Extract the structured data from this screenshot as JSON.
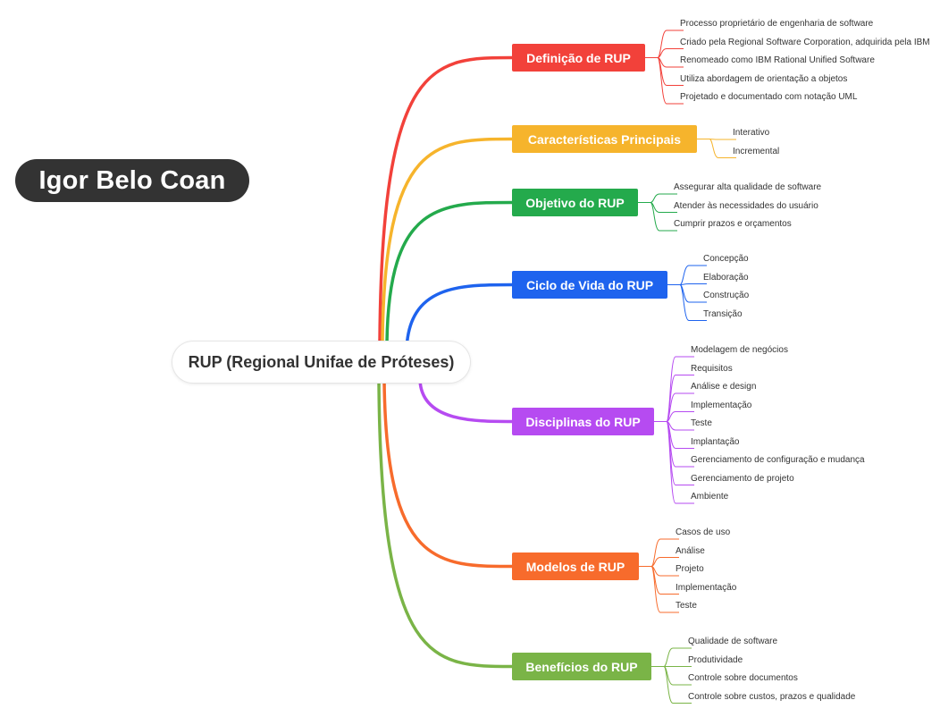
{
  "author": "Igor Belo Coan",
  "root": "RUP (Regional Unifae de Próteses)",
  "branches": [
    {
      "label": "Definição de RUP",
      "color": "#f2413a",
      "children": [
        "Processo proprietário de engenharia de software",
        "Criado pela Regional Software Corporation, adquirida pela IBM",
        "Renomeado como IBM Rational Unified Software",
        "Utiliza abordagem de orientação a objetos",
        "Projetado e documentado com notação UML"
      ]
    },
    {
      "label": "Características Principais",
      "color": "#f6b42c",
      "children": [
        "Interativo",
        "Incremental"
      ]
    },
    {
      "label": "Objetivo do RUP",
      "color": "#24aa4c",
      "children": [
        "Assegurar alta qualidade de software",
        "Atender às necessidades do usuário",
        "Cumprir prazos e orçamentos"
      ]
    },
    {
      "label": "Ciclo de Vida do RUP",
      "color": "#1e63ee",
      "children": [
        "Concepção",
        "Elaboração",
        "Construção",
        "Transição"
      ]
    },
    {
      "label": "Disciplinas do RUP",
      "color": "#b64bf1",
      "children": [
        "Modelagem de negócios",
        "Requisitos",
        "Análise e design",
        "Implementação",
        "Teste",
        "Implantação",
        "Gerenciamento de configuração e mudança",
        "Gerenciamento de projeto",
        "Ambiente"
      ]
    },
    {
      "label": "Modelos de RUP",
      "color": "#f76b2c",
      "children": [
        "Casos de uso",
        "Análise",
        "Projeto",
        "Implementação",
        "Teste"
      ]
    },
    {
      "label": "Benefícios do RUP",
      "color": "#7ab447",
      "children": [
        "Qualidade de software",
        "Produtividade",
        "Controle sobre documentos",
        "Controle sobre custos, prazos e qualidade"
      ]
    }
  ]
}
